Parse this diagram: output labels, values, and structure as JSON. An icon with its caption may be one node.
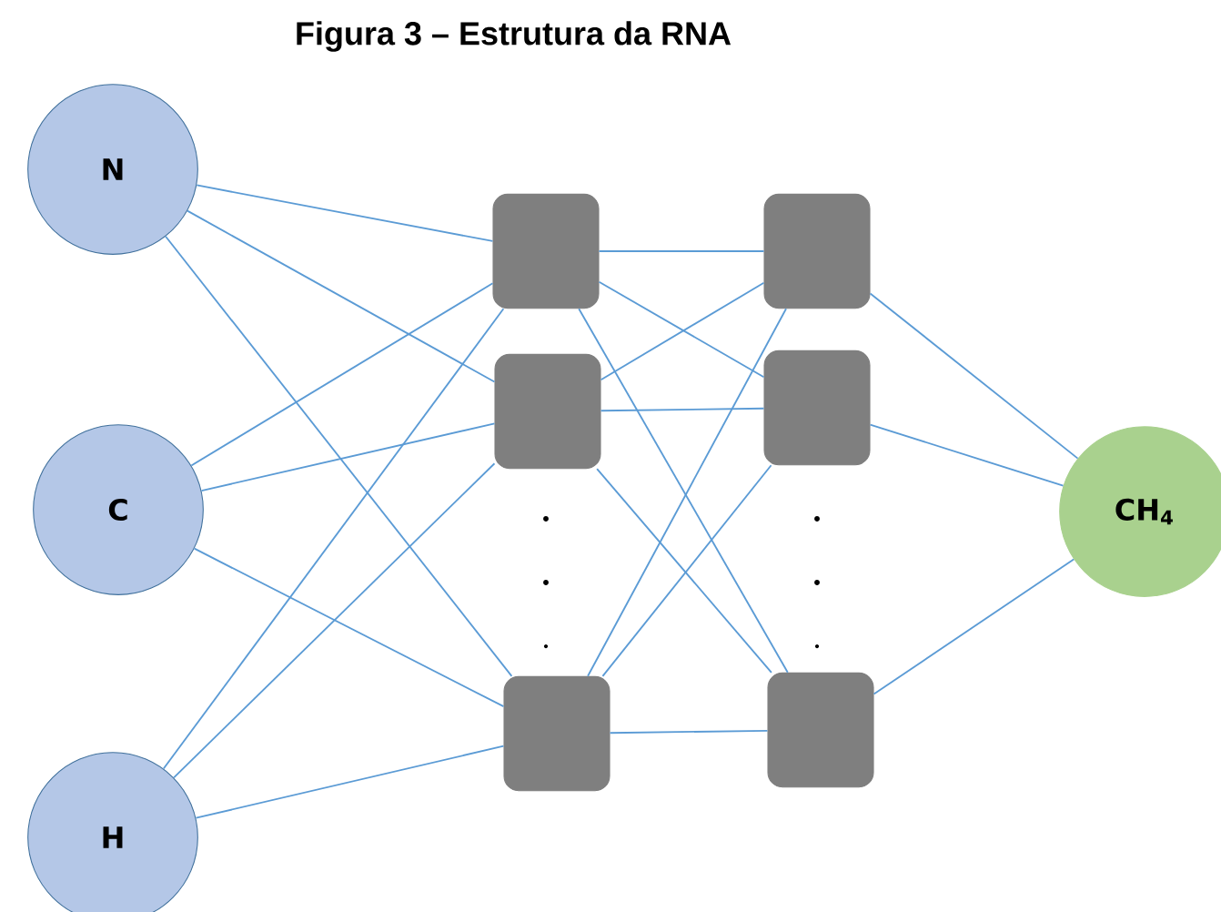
{
  "diagram": {
    "title": "Figura 3 – Estrutura da RNA",
    "nodes": [
      {
        "text": [
          "N"
        ]
      },
      {
        "text": [
          "C"
        ]
      },
      {
        "text": [
          "H"
        ]
      },
      {
        "text": [],
        "shape": "box"
      },
      {
        "text": [],
        "shape": "box"
      },
      {
        "text": [],
        "shape": "box"
      },
      {
        "text": [],
        "shape": "box"
      },
      {
        "text": [],
        "shape": "box"
      },
      {
        "text": [],
        "shape": "box"
      },
      {
        "text": [
          "CH$_{4}$"
        ]
      }
    ],
    "edges": [
      {
        "from": 0,
        "to": 3,
        "arrow": "none"
      },
      {
        "from": 0,
        "to": 4,
        "arrow": "none"
      },
      {
        "from": 0,
        "to": 5,
        "arrow": "none"
      },
      {
        "from": 1,
        "to": 3,
        "arrow": "none"
      },
      {
        "from": 1,
        "to": 4,
        "arrow": "none"
      },
      {
        "from": 1,
        "to": 5,
        "arrow": "none"
      },
      {
        "from": 2,
        "to": 3,
        "arrow": "none"
      },
      {
        "from": 2,
        "to": 4,
        "arrow": "none"
      },
      {
        "from": 2,
        "to": 5,
        "arrow": "none"
      },
      {
        "from": 3,
        "to": 6,
        "arrow": "none"
      },
      {
        "from": 3,
        "to": 7,
        "arrow": "none"
      },
      {
        "from": 3,
        "to": 8,
        "arrow": "none"
      },
      {
        "from": 4,
        "to": 6,
        "arrow": "none"
      },
      {
        "from": 4,
        "to": 7,
        "arrow": "none"
      },
      {
        "from": 4,
        "to": 8,
        "arrow": "none"
      },
      {
        "from": 5,
        "to": 6,
        "arrow": "none"
      },
      {
        "from": 5,
        "to": 7,
        "arrow": "none"
      },
      {
        "from": 5,
        "to": 8,
        "arrow": "none"
      },
      {
        "from": 6,
        "to": 9,
        "arrow": "none"
      },
      {
        "from": 7,
        "to": 9,
        "arrow": "none"
      },
      {
        "from": 8,
        "to": 9,
        "arrow": "none"
      }
    ]
  }
}
